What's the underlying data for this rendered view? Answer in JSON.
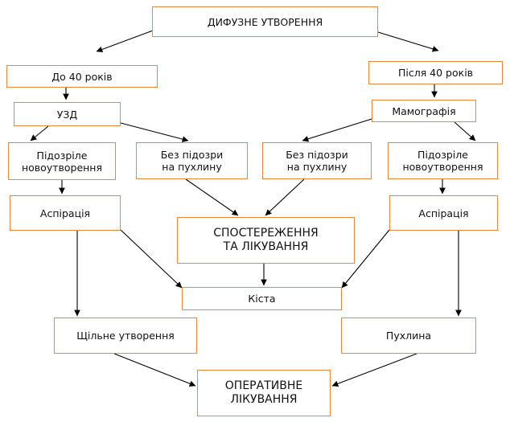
{
  "colors": {
    "border": "#e8883a",
    "line": "#000000"
  },
  "nodes": {
    "root": "ДИФУЗНЕ УТВОРЕННЯ",
    "under40": "До 40 років",
    "over40": "Після 40 років",
    "uzd": "УЗД",
    "mammo": "Мамографія",
    "susp_left": "Підозріле\nновоутворення",
    "nosusp_left": "Без підозри\nна пухлину",
    "nosusp_right": "Без підозри\nна пухлину",
    "susp_right": "Підозріле\nновоутворення",
    "asp_left": "Аспірація",
    "observe": "СПОСТЕРЕЖЕННЯ\nТА ЛІКУВАННЯ",
    "asp_right": "Аспірація",
    "cyst": "Кіста",
    "dense": "Щільне утворення",
    "tumor": "Пухлина",
    "surgery": "ОПЕРАТИВНЕ\nЛІКУВАННЯ"
  }
}
